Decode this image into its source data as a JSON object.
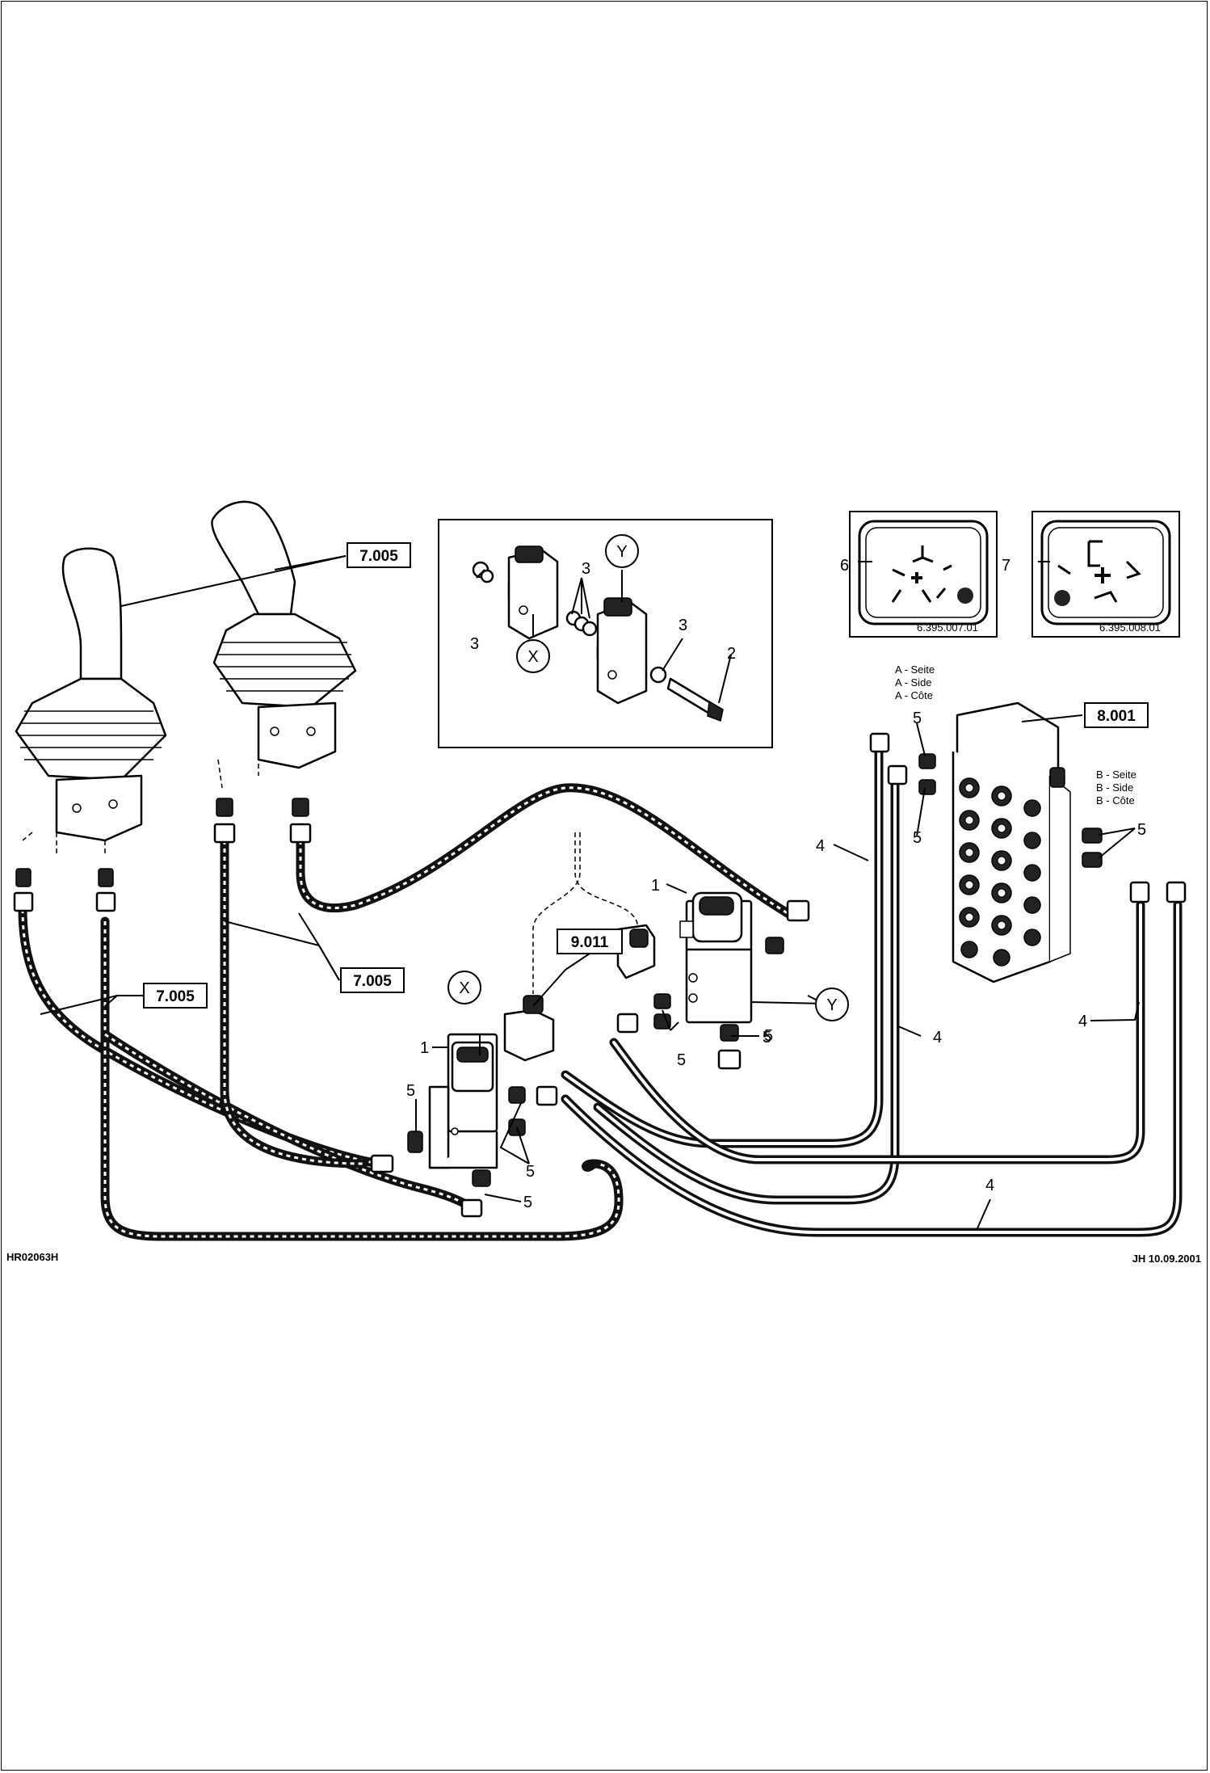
{
  "labels": {
    "joystick_ref_top": "7.005",
    "joystick_ref_mid": "7.005",
    "joystick_ref_left": "7.005",
    "valve_block_ref": "8.001",
    "solenoid_ref": "9.011",
    "detail_x": "X",
    "detail_y": "Y",
    "callout_x": "X",
    "callout_y": "Y",
    "item_1": "1",
    "item_2": "2",
    "item_3": "3",
    "item_4": "4",
    "item_5": "5",
    "item_6": "6",
    "item_7": "7"
  },
  "side_a": [
    "A - Seite",
    "A - Side",
    "A - Côte"
  ],
  "side_b": [
    "B - Seite",
    "B - Side",
    "B - Côte"
  ],
  "footer": {
    "drawing_number": "HR02063H",
    "author_date": "JH 10.09.2001"
  },
  "decal_codes": [
    "6.395.007.01",
    "6.395.008.01"
  ],
  "colors": {
    "ink": "#000000",
    "paper": "#ffffff"
  }
}
